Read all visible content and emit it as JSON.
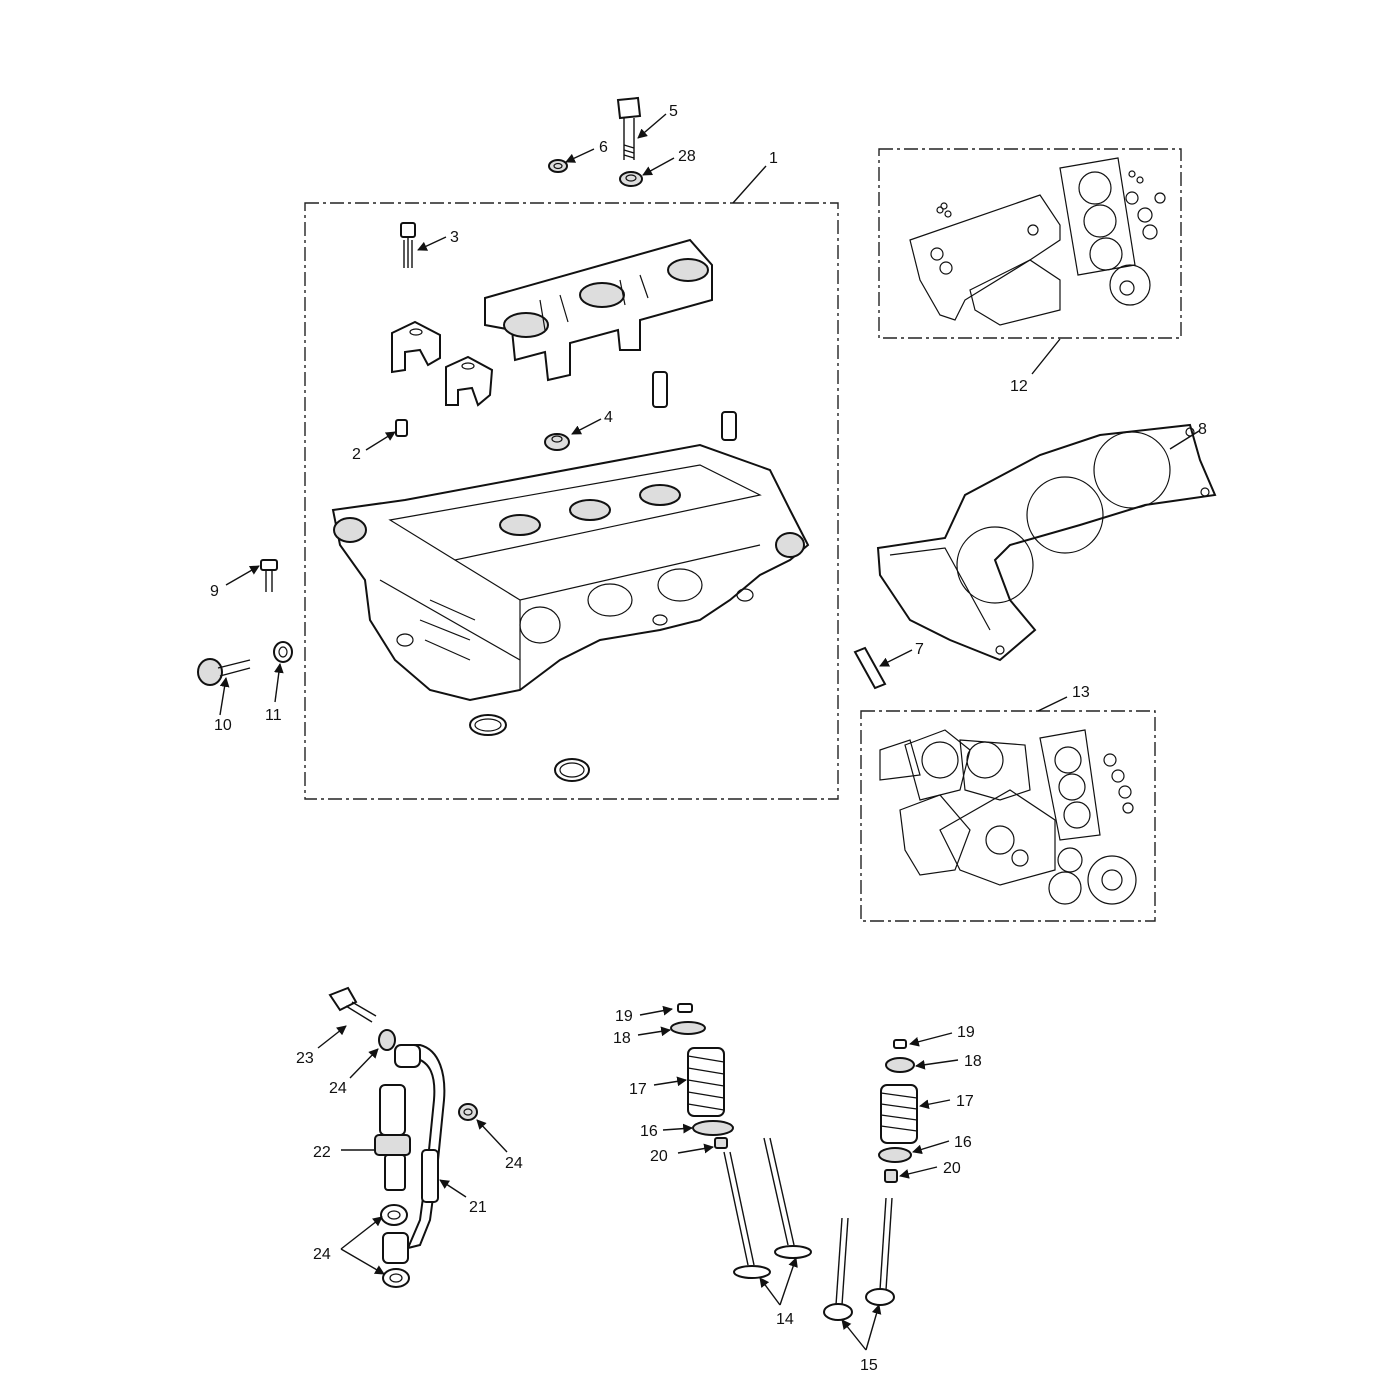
{
  "callouts": {
    "c1": "1",
    "c2": "2",
    "c3": "3",
    "c4": "4",
    "c5": "5",
    "c6": "6",
    "c28": "28",
    "c7": "7",
    "c8": "8",
    "c9": "9",
    "c10": "10",
    "c11": "11",
    "c12": "12",
    "c13": "13",
    "c14": "14",
    "c15": "15",
    "c16a": "16",
    "c16b": "16",
    "c17a": "17",
    "c17b": "17",
    "c18a": "18",
    "c18b": "18",
    "c19a": "19",
    "c19b": "19",
    "c20a": "20",
    "c20b": "20",
    "c21": "21",
    "c22": "22",
    "c23": "23",
    "c24a": "24",
    "c24b": "24",
    "c24c": "24"
  }
}
